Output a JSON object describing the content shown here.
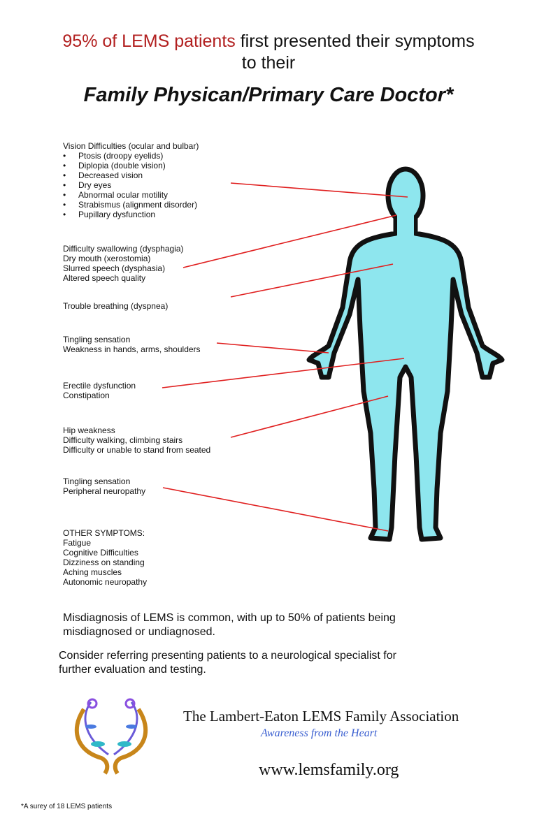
{
  "header": {
    "highlight": "95% of LEMS patients",
    "line1_rest": " first presented their symptoms",
    "line2": "to their",
    "title": "Family Physican/Primary Care Doctor*"
  },
  "groups": {
    "vision": {
      "title": "Vision Difficulties (ocular and bulbar)",
      "items": [
        "Ptosis (droopy eyelids)",
        "Diplopia (double vision)",
        "Decreased vision",
        "Dry eyes",
        "Abnormal ocular motility",
        "Strabismus (alignment disorder)",
        "Pupillary dysfunction"
      ]
    },
    "bulbar": [
      "Difficulty swallowing (dysphagia)",
      "Dry mouth (xerostomia)",
      "Slurred speech (dysphasia)",
      "Altered speech quality"
    ],
    "breathing": [
      "Trouble breathing (dyspnea)"
    ],
    "arms": [
      "Tingling sensation",
      "Weakness in hands, arms, shoulders"
    ],
    "autonomic": [
      "Erectile dysfunction",
      "Constipation"
    ],
    "legs": [
      "Hip weakness",
      "Difficulty walking, climbing stairs",
      "Difficulty or unable to stand from seated"
    ],
    "feet": [
      "Tingling sensation",
      "Peripheral neuropathy"
    ],
    "other": {
      "title": "OTHER SYMPTOMS:",
      "items": [
        "Fatigue",
        "Cognitive Difficulties",
        "Dizziness on standing",
        "Aching muscles",
        "Autonomic neuropathy"
      ]
    }
  },
  "notes": {
    "misdiagnosis": "Misdiagnosis of LEMS is common, with up to 50% of patients being misdiagnosed or undiagnosed.",
    "referral": "Consider referring presenting patients to a neurological specialist for further evaluation and testing."
  },
  "footer": {
    "org": "The Lambert-Eaton LEMS Family Association",
    "tagline": "Awareness from the Heart",
    "url": "www.lemsfamily.org",
    "footnote": "*A surey of 18 LEMS patients"
  },
  "colors": {
    "body": "#8ee6ee",
    "line": "#e02020",
    "highlight": "#b22020",
    "tagline": "#3a5fd0"
  }
}
